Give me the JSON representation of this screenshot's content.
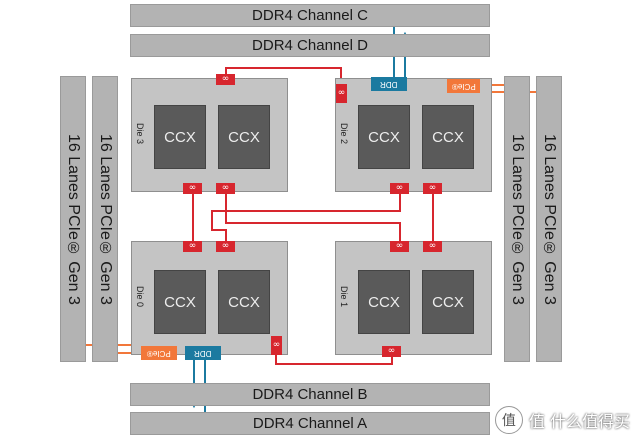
{
  "memory": {
    "channel_c": "DDR4 Channel C",
    "channel_d": "DDR4 Channel D",
    "channel_b": "DDR4 Channel B",
    "channel_a": "DDR4 Channel A"
  },
  "pcie": {
    "left_outer": "16 Lanes PCIe® Gen 3",
    "left_inner": "16 Lanes PCIe® Gen 3",
    "right_inner": "16 Lanes PCIe® Gen 3",
    "right_outer": "16 Lanes PCIe® Gen 3"
  },
  "dies": {
    "die0": {
      "label": "Die 0",
      "ccx1": "CCX",
      "ccx2": "CCX"
    },
    "die1": {
      "label": "Die 1",
      "ccx1": "CCX",
      "ccx2": "CCX"
    },
    "die2": {
      "label": "Die 2",
      "ccx1": "CCX",
      "ccx2": "CCX"
    },
    "die3": {
      "label": "Die 3",
      "ccx1": "CCX",
      "ccx2": "CCX"
    }
  },
  "ports": {
    "ddr_label": "DDR",
    "pcie_label": "PCIe®",
    "infinity_symbol": "∞"
  },
  "colors": {
    "infinity_fabric": "#d7262e",
    "ddr": "#1b7aa0",
    "pcie": "#f2773a",
    "bar": "#b3b3b3",
    "die": "#c4c4c4",
    "ccx": "#5a5a5a"
  },
  "watermark": {
    "text": "值 什么值得买",
    "logo_glyph": "值"
  }
}
